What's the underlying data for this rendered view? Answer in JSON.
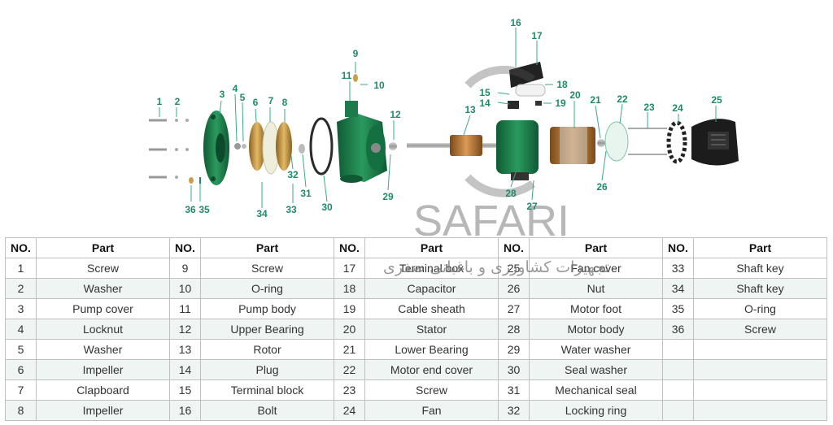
{
  "watermark": {
    "brand": "SAFARI",
    "tagline": "تجهیزات کشاورزی و باغبانی صفری"
  },
  "callouts": [
    "1",
    "2",
    "3",
    "4",
    "5",
    "6",
    "7",
    "8",
    "9",
    "10",
    "11",
    "12",
    "13",
    "14",
    "15",
    "16",
    "17",
    "18",
    "19",
    "20",
    "21",
    "22",
    "23",
    "24",
    "25",
    "26",
    "27",
    "28",
    "29",
    "30",
    "31",
    "32",
    "33",
    "34",
    "35",
    "36"
  ],
  "table": {
    "headers": [
      "NO.",
      "Part",
      "NO.",
      "Part",
      "NO.",
      "Part",
      "NO.",
      "Part",
      "NO.",
      "Part"
    ],
    "rows": [
      [
        "1",
        "Screw",
        "9",
        "Screw",
        "17",
        "Terminal box",
        "25",
        "Fan cover",
        "33",
        "Shaft key"
      ],
      [
        "2",
        "Washer",
        "10",
        "O-ring",
        "18",
        "Capacitor",
        "26",
        "Nut",
        "34",
        "Shaft key"
      ],
      [
        "3",
        "Pump cover",
        "11",
        "Pump body",
        "19",
        "Cable sheath",
        "27",
        "Motor foot",
        "35",
        "O-ring"
      ],
      [
        "4",
        "Locknut",
        "12",
        "Upper Bearing",
        "20",
        "Stator",
        "28",
        "Motor body",
        "36",
        "Screw"
      ],
      [
        "5",
        "Washer",
        "13",
        "Rotor",
        "21",
        "Lower Bearing",
        "29",
        "Water washer",
        "",
        ""
      ],
      [
        "6",
        "Impeller",
        "14",
        "Plug",
        "22",
        "Motor end cover",
        "30",
        "Seal washer",
        "",
        ""
      ],
      [
        "7",
        "Clapboard",
        "15",
        "Terminal block",
        "23",
        "Screw",
        "31",
        "Mechanical seal",
        "",
        ""
      ],
      [
        "8",
        "Impeller",
        "16",
        "Bolt",
        "24",
        "Fan",
        "32",
        "Locking ring",
        "",
        ""
      ]
    ]
  },
  "colors": {
    "accent": "#1f8a6a",
    "pump_green": "#1e7a4a",
    "brass": "#c9a04a"
  }
}
